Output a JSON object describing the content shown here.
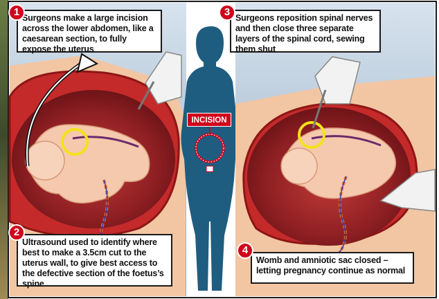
{
  "steps": [
    {
      "number": "1",
      "text": "Surgeons make a large incision across the lower abdomen, like a caesarean section, to fully expose the uterus"
    },
    {
      "number": "2",
      "text": "Ultrasound used to identify where best to make a 3.5cm cut to the uterus wall, to give best access to the defective section of the foetus’s spine"
    },
    {
      "number": "3",
      "text": "Surgeons reposition spinal nerves and then close three separate layers of the spinal cord, sewing them shut"
    },
    {
      "number": "4",
      "text": "Womb and amniotic sac closed – letting pregnancy continue as normal"
    }
  ],
  "figure": {
    "incision_label": "INCISION"
  },
  "colors": {
    "accent": "#d0021b",
    "silhouette": "#1f5d80",
    "border": "#1a1a1a"
  }
}
